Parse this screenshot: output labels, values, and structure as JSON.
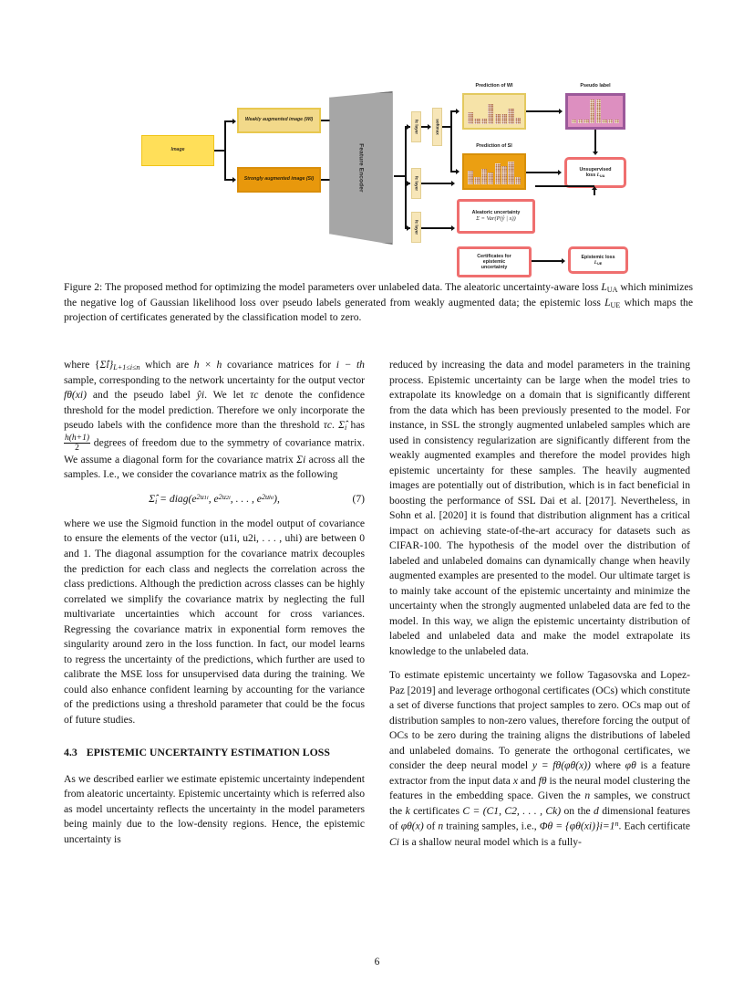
{
  "figure": {
    "diagram_title": "proposed-method-diagram",
    "nodes": {
      "image": "Image",
      "weakly_augmented": "Weakly augmented image (WI)",
      "strongly_augmented": "Strongly augmented image (SI)",
      "encoder": "Feature Encoder",
      "fc_layer_1": "fc layer",
      "fc_layer_2": "fc layer",
      "fc_layer_3": "fc layer",
      "softmax": "softmax",
      "prediction_wi": "Prediction of WI",
      "prediction_si": "Prediction of SI",
      "pseudo_label": "Pseudo label",
      "unsupervised_loss_line1": "Unsupervised",
      "unsupervised_loss_line2": "loss",
      "unsupervised_loss_symbol": "L",
      "unsupervised_loss_subscript": "UA",
      "aleatoric_title": "Aleatoric uncertainty",
      "aleatoric_formula": "Σ = Var(P(ŷ | x))",
      "certificates_line1": "Certificates for",
      "certificates_line2": "epistemic",
      "certificates_line3": "uncertainty",
      "epistemic_loss_title": "Epistemic loss",
      "epistemic_loss_symbol": "L",
      "epistemic_loss_subscript": "UE"
    },
    "colors": {
      "image_fill": "#ffdf59",
      "weak_fill": "#f2d98a",
      "strong_fill": "#e8980c",
      "encoder_fill": "#a6a6a6",
      "fc_fill": "#f7e6b8",
      "pred_wi_fill": "#f6e3a8",
      "pred_si_fill": "#eb9f12",
      "pseudo_fill": "#dd8fc0",
      "pseudo_border": "#9c599a",
      "loss_border": "#ef6f6f",
      "bar_color": "#b5764d",
      "arrow_color": "#111111"
    },
    "histograms": {
      "prediction_wi": [
        45,
        22,
        22,
        78,
        40,
        40,
        62,
        25
      ],
      "prediction_si": [
        55,
        30,
        62,
        48,
        82,
        70,
        88,
        30
      ],
      "pseudo_label": [
        14,
        14,
        14,
        100,
        100,
        14,
        14,
        14
      ]
    },
    "caption": "Figure 2: The proposed method for optimizing the model parameters over unlabeled data. The aleatoric uncertainty-aware loss ℒUA which minimizes the negative log of Gaussian likelihood loss over pseudo labels generated from weakly augmented data; the epistemic loss ℒUE which maps the projection of certificates generated by the classification model to zero."
  },
  "caption_parts": {
    "label": "Figure 2:",
    "text_1": " The proposed method for optimizing the model parameters over unlabeled data. The aleatoric uncertainty-aware loss ",
    "loss_ua": "L",
    "loss_ua_sub": "UA",
    "text_2": " which minimizes the negative log of Gaussian likelihood loss over pseudo labels generated from weakly augmented data; the epistemic loss ",
    "loss_ue": "L",
    "loss_ue_sub": "UE",
    "text_3": " which maps the projection of certificates generated by the classification model to zero."
  },
  "left_column": {
    "para1_a": "where {",
    "para1_sigma": "Σ̂",
    "para1_b": "i}",
    "para1_range": "L+1≤i≤n",
    "para1_c": " which are ",
    "para1_hxh": "h × h",
    "para1_d": " covariance matrices for ",
    "para1_ith": "i − th",
    "para1_e": " sample, corresponding to the network uncertainty for the output vector ",
    "para1_fx": "fθ(xi)",
    "para1_f": " and the pseudo label ",
    "para1_yhat": "ŷi",
    "para1_g": ". We let ",
    "para1_tauc": "τc",
    "para1_h": " denote the confidence threshold for the model prediction. Therefore we only incorporate the pseudo labels with the confidence more than the threshold ",
    "para1_tauc2": "τc",
    "para1_i": ". ",
    "para1_sigma2": "Σ̂",
    "para1_isub": "i",
    "para1_j": " has ",
    "para1_frac_num": "h(h+1)",
    "para1_frac_den": "2",
    "para1_k": " degrees of freedom due to the symmetry of covariance matrix. We assume a diagonal form for the covariance matrix ",
    "para1_sigma3": "Σi",
    "para1_l": " across all the samples. I.e., we consider the covariance matrix as the following",
    "equation7": "Σ̂i = diag(e2u1i, e2u2i, . . . , e2uhi),",
    "equation7_number": "(7)",
    "para2": "where we use the Sigmoid function in the model output of covariance to ensure the elements of the vector (u1i, u2i, . . . , uhi) are between 0 and 1. The diagonal assumption for the covariance matrix decouples the prediction for each class and neglects the correlation across the class predictions. Although the prediction across classes can be highly correlated we simplify the covariance matrix by neglecting the full multivariate uncertainties which account for cross variances. Regressing the covariance matrix in exponential form removes the singularity around zero in the loss function. In fact, our model learns to regress the uncertainty of the predictions, which further are used to calibrate the MSE loss for unsupervised data during the training. We could also enhance confident learning by accounting for the variance of the predictions using a threshold parameter that could be the focus of future studies.",
    "section_number": "4.3",
    "section_title": "EPISTEMIC UNCERTAINTY ESTIMATION LOSS",
    "para3": "As we described earlier we estimate epistemic uncertainty independent from aleatoric uncertainty. Epistemic uncertainty which is referred also as model uncertainty reflects the uncertainty in the model parameters being mainly due to the low-density regions. Hence, the epistemic uncertainty is"
  },
  "right_column": {
    "para1": "reduced by increasing the data and model parameters in the training process. Epistemic uncertainty can be large when the model tries to extrapolate its knowledge on a domain that is significantly different from the data which has been previously presented to the model. For instance, in SSL the strongly augmented unlabeled samples which are used in consistency regularization are significantly different from the weakly augmented examples and therefore the model provides high epistemic uncertainty for these samples. The heavily augmented images are potentially out of distribution, which is in fact beneficial in boosting the performance of SSL Dai et al. [2017]. Nevertheless, in Sohn et al. [2020] it is found that distribution alignment has a critical impact on achieving state-of-the-art accuracy for datasets such as CIFAR-100. The hypothesis of the model over the distribution of labeled and unlabeled domains can dynamically change when heavily augmented examples are presented to the model. Our ultimate target is to mainly take account of the epistemic uncertainty and minimize the uncertainty when the strongly augmented unlabeled data are fed to the model. In this way, we align the epistemic uncertainty distribution of labeled and unlabeled data and make the model extrapolate its knowledge to the unlabeled data.",
    "para2_a": "To estimate epistemic uncertainty we follow Tagasovska and Lopez-Paz [2019] and leverage orthogonal certificates (OCs) which constitute a set of diverse functions that project samples to zero. OCs map out of distribution samples to non-zero values, therefore forcing the output of OCs to be zero during the training aligns the distributions of labeled and unlabeled domains. To generate the orthogonal certificates, we consider the deep neural model ",
    "para2_eq1": "y = fθ(φθ(x))",
    "para2_b": " where ",
    "para2_phi": "φθ",
    "para2_c": " is a feature extractor from the input data ",
    "para2_x": "x",
    "para2_d": " and ",
    "para2_f": "fθ",
    "para2_e": " is the neural model clustering the features in the embedding space. Given the ",
    "para2_n": "n",
    "para2_g": " samples, we construct the ",
    "para2_k": "k",
    "para2_h": " certificates ",
    "para2_C": "C = (C1, C2, . . . , Ck)",
    "para2_i": " on the ",
    "para2_d2": "d",
    "para2_j": " dimensional features of ",
    "para2_phix": "φθ(x)",
    "para2_l": " of ",
    "para2_n2": "n",
    "para2_m": " training samples, i.e., ",
    "para2_Phi": "Φθ = {φθ(xi)}i=1",
    "para2_Phi_sup": "n",
    "para2_o": ". Each certificate ",
    "para2_Ci": "Ci",
    "para2_p": " is a shallow neural model which is a fully-"
  },
  "page": {
    "number": "6"
  }
}
